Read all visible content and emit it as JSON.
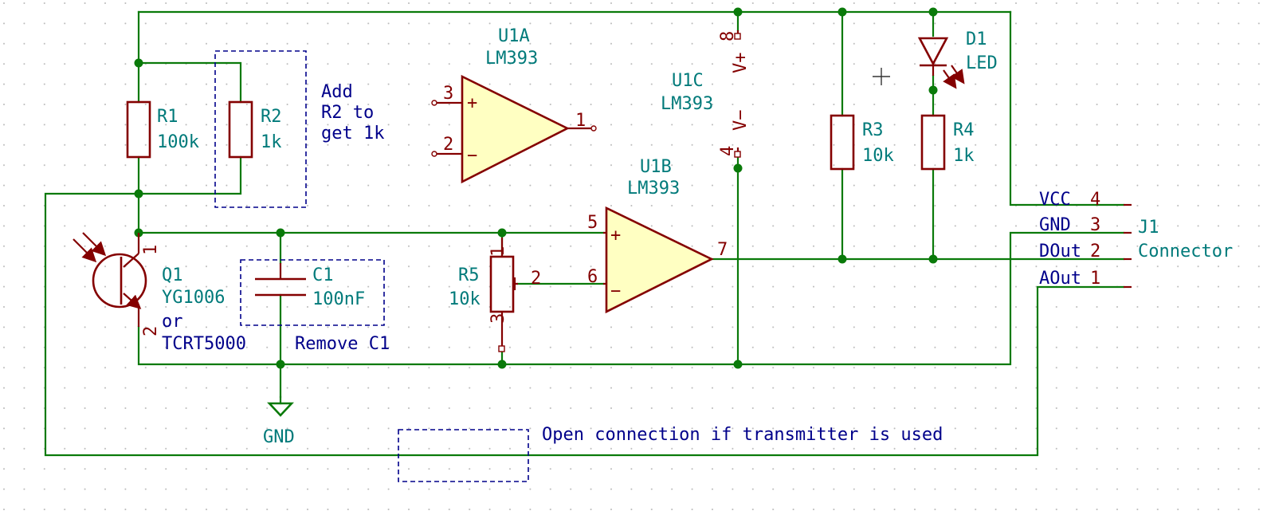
{
  "components": {
    "u1a": {
      "ref": "U1A",
      "value": "LM393",
      "pin_plus": "3",
      "pin_minus": "2",
      "pin_out": "1",
      "plus_sign": "+",
      "minus_sign": "−"
    },
    "u1b": {
      "ref": "U1B",
      "value": "LM393",
      "pin_plus": "5",
      "pin_minus": "6",
      "pin_out": "7",
      "plus_sign": "+",
      "minus_sign": "−"
    },
    "u1c": {
      "ref": "U1C",
      "value": "LM393",
      "vplus": "V+",
      "vminus": "V−",
      "pin_vplus": "8",
      "pin_vminus": "4"
    },
    "r1": {
      "ref": "R1",
      "value": "100k"
    },
    "r2": {
      "ref": "R2",
      "value": "1k"
    },
    "r3": {
      "ref": "R3",
      "value": "10k"
    },
    "r4": {
      "ref": "R4",
      "value": "1k"
    },
    "r5": {
      "ref": "R5",
      "value": "10k",
      "pin1": "1",
      "pin2": "2",
      "pin3": "3"
    },
    "c1": {
      "ref": "C1",
      "value": "100nF"
    },
    "q1": {
      "ref": "Q1",
      "value": "YG1006",
      "alt_word": "or",
      "alt_value": "TCRT5000",
      "pin1": "1",
      "pin2": "2"
    },
    "d1": {
      "ref": "D1",
      "value": "LED"
    },
    "j1": {
      "ref": "J1",
      "value": "Connector",
      "pins": [
        {
          "name": "VCC",
          "num": "4"
        },
        {
          "name": "GND",
          "num": "3"
        },
        {
          "name": "DOut",
          "num": "2"
        },
        {
          "name": "AOut",
          "num": "1"
        }
      ]
    }
  },
  "power": {
    "gnd_label": "GND"
  },
  "notes": {
    "r2_note": [
      "Add",
      "R2 to",
      "get 1k"
    ],
    "c1_note": "Remove C1",
    "open_note": "Open connection if transmitter is used"
  },
  "colors": {
    "wire": "#0a7a0a",
    "component": "#840000",
    "opamp_fill": "#ffffc2",
    "reference": "#007a7a",
    "note": "#00008a",
    "grid_dot": "#b8b8b8"
  }
}
